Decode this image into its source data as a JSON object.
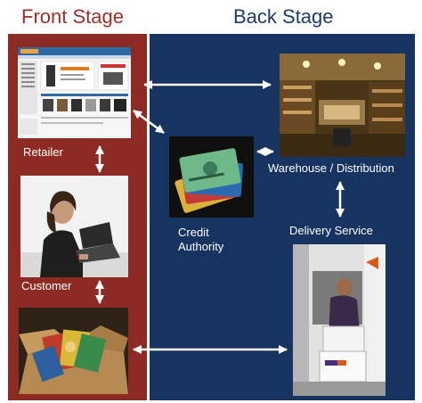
{
  "headers": {
    "front": "Front Stage",
    "back": "Back Stage"
  },
  "labels": {
    "retailer": "Retailer",
    "customer": "Customer",
    "warehouse": "Warehouse / Distribution",
    "credit_line1": "Credit",
    "credit_line2": "Authority",
    "delivery": "Delivery Service"
  },
  "colors": {
    "front_stage": "#8e2a24",
    "back_stage": "#17335f",
    "arrow": "#ffffff",
    "front_header_text": "#9b2f2a",
    "back_header_text": "#1d3a68"
  },
  "images": {
    "retailer": "retailer-website-screenshot",
    "customer": "customer-at-laptop-photo",
    "package": "opened-package-photo",
    "warehouse": "warehouse-photo",
    "credit": "credit-cards-photo",
    "delivery": "delivery-van-photo"
  }
}
